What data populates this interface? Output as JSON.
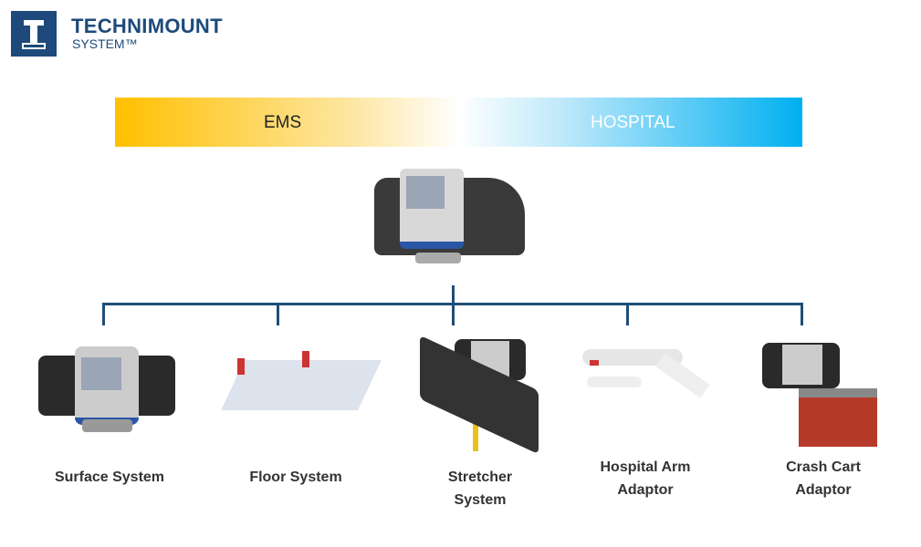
{
  "logo": {
    "brand": "TECHNIMOUNT",
    "sub": "SYSTEM™",
    "mark": "T"
  },
  "banner": {
    "left": "EMS",
    "right": "HOSPITAL",
    "colors": {
      "ems": "#FFC000",
      "hospital": "#00B0F0"
    }
  },
  "tree_color": "#1F4E79",
  "items": [
    {
      "label": "Surface System"
    },
    {
      "label": "Floor System"
    },
    {
      "label": "Stretcher System"
    },
    {
      "label": "Hospital Arm Adaptor"
    },
    {
      "label": "Crash Cart Adaptor"
    }
  ]
}
